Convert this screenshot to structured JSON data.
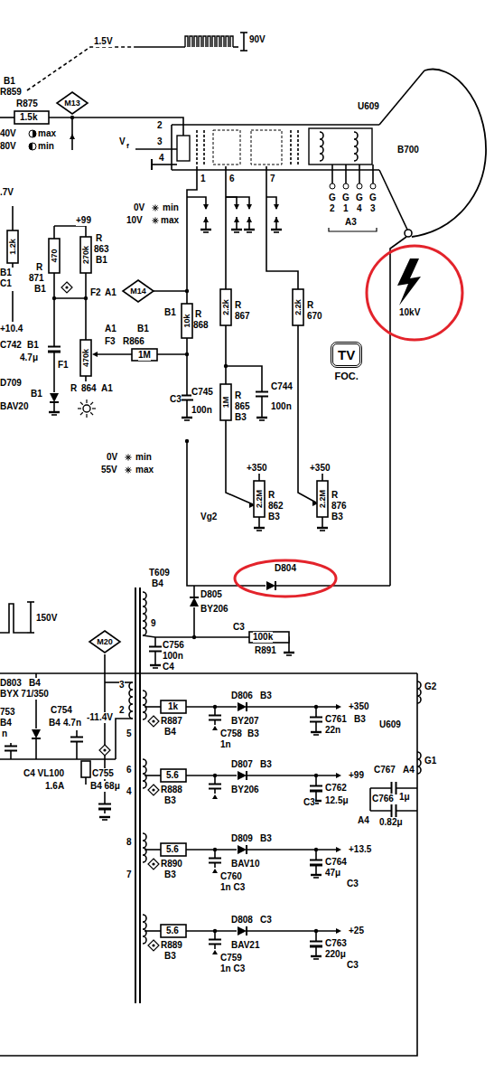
{
  "diagram": {
    "nodes": [
      {
        "text": [
          "M13"
        ]
      },
      {
        "text": [
          "M14"
        ]
      },
      {
        "text": [
          "10kV"
        ]
      },
      {
        "text": [
          "TV",
          "FOC."
        ]
      },
      {
        "text": [
          "D804"
        ]
      },
      {
        "text": [
          "M20"
        ]
      }
    ],
    "labels": [
      "B1",
      "R859",
      "1.5V",
      "90V",
      "R875",
      "1.5k",
      "40V",
      "max",
      "80V",
      "min",
      "V",
      "f",
      "2",
      "3",
      "4",
      "U609",
      "B700",
      "G",
      "2",
      "G",
      "1",
      "G",
      "4",
      "G",
      "3",
      "A3",
      ".7V",
      "1",
      "6",
      "7",
      "0V",
      "min",
      "10V",
      "max",
      "+99",
      "1.2k",
      "B1",
      "C1",
      "R",
      "871",
      "B1",
      "470",
      "270k",
      "R",
      "863",
      "B1",
      "F2",
      "A1",
      "+10.4",
      "C742",
      "B1",
      "4.7μ",
      "D709",
      "B1",
      "BAV20",
      "F1",
      "470k",
      "R",
      "864",
      "A1",
      "A1",
      "F3",
      "B1",
      "R866",
      "1M",
      "0V",
      "min",
      "55V",
      "max",
      "10k",
      "B1",
      "R",
      "868",
      "2.2k",
      "R",
      "867",
      "2.2k",
      "R",
      "670",
      "C745",
      "C3",
      "100n",
      "1M",
      "R",
      "865",
      "B3",
      "C744",
      "100n",
      "+350",
      "+350",
      "2.2M",
      "R",
      "862",
      "B3",
      "2.2M",
      "R",
      "876",
      "B3",
      "Vg2",
      "T609",
      "B4",
      "D805",
      "BY206",
      "9",
      "C756",
      "C4",
      "100n",
      "C3",
      "R891",
      "100k",
      "150V",
      "D803",
      "B4",
      "BYX 71/350",
      "753",
      "B4",
      "n",
      "C754",
      "B4",
      "4.7n",
      "-11.4V",
      "C4 VL100",
      "1.6A",
      "C755",
      "B4 68μ",
      "3",
      "2",
      "5",
      "6",
      "4",
      "8",
      "7",
      "1k",
      "R887",
      "B4",
      "D806",
      "B3",
      "BY207",
      "C758",
      "B3",
      "1n",
      "+350",
      "C761",
      "B3",
      "22n",
      "G2",
      "U609",
      "G1",
      "5.6",
      "R888",
      "B3",
      "D807",
      "B3",
      "BY206",
      "+99",
      "C762",
      "C3",
      "12.5μ",
      "C767",
      "A4",
      "1μ",
      "C766",
      "A4",
      "0.82μ",
      "5.6",
      "R890",
      "B3",
      "D809",
      "B3",
      "BAV10",
      "C760",
      "1n C3",
      "+13.5",
      "C764",
      "47μ",
      "C3",
      "5.6",
      "R889",
      "B3",
      "D808",
      "C3",
      "BAV21",
      "C759",
      "1n C3",
      "+25",
      "C763",
      "220μ",
      "C3"
    ]
  }
}
